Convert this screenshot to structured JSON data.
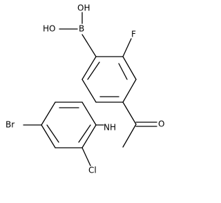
{
  "molecule": {
    "atoms": {
      "oh_top": "OH",
      "ho_left": "HO",
      "boron": "B",
      "fluorine": "F",
      "oxygen": "O",
      "nh": "NH",
      "bromine": "Br",
      "chlorine": "Cl"
    }
  }
}
